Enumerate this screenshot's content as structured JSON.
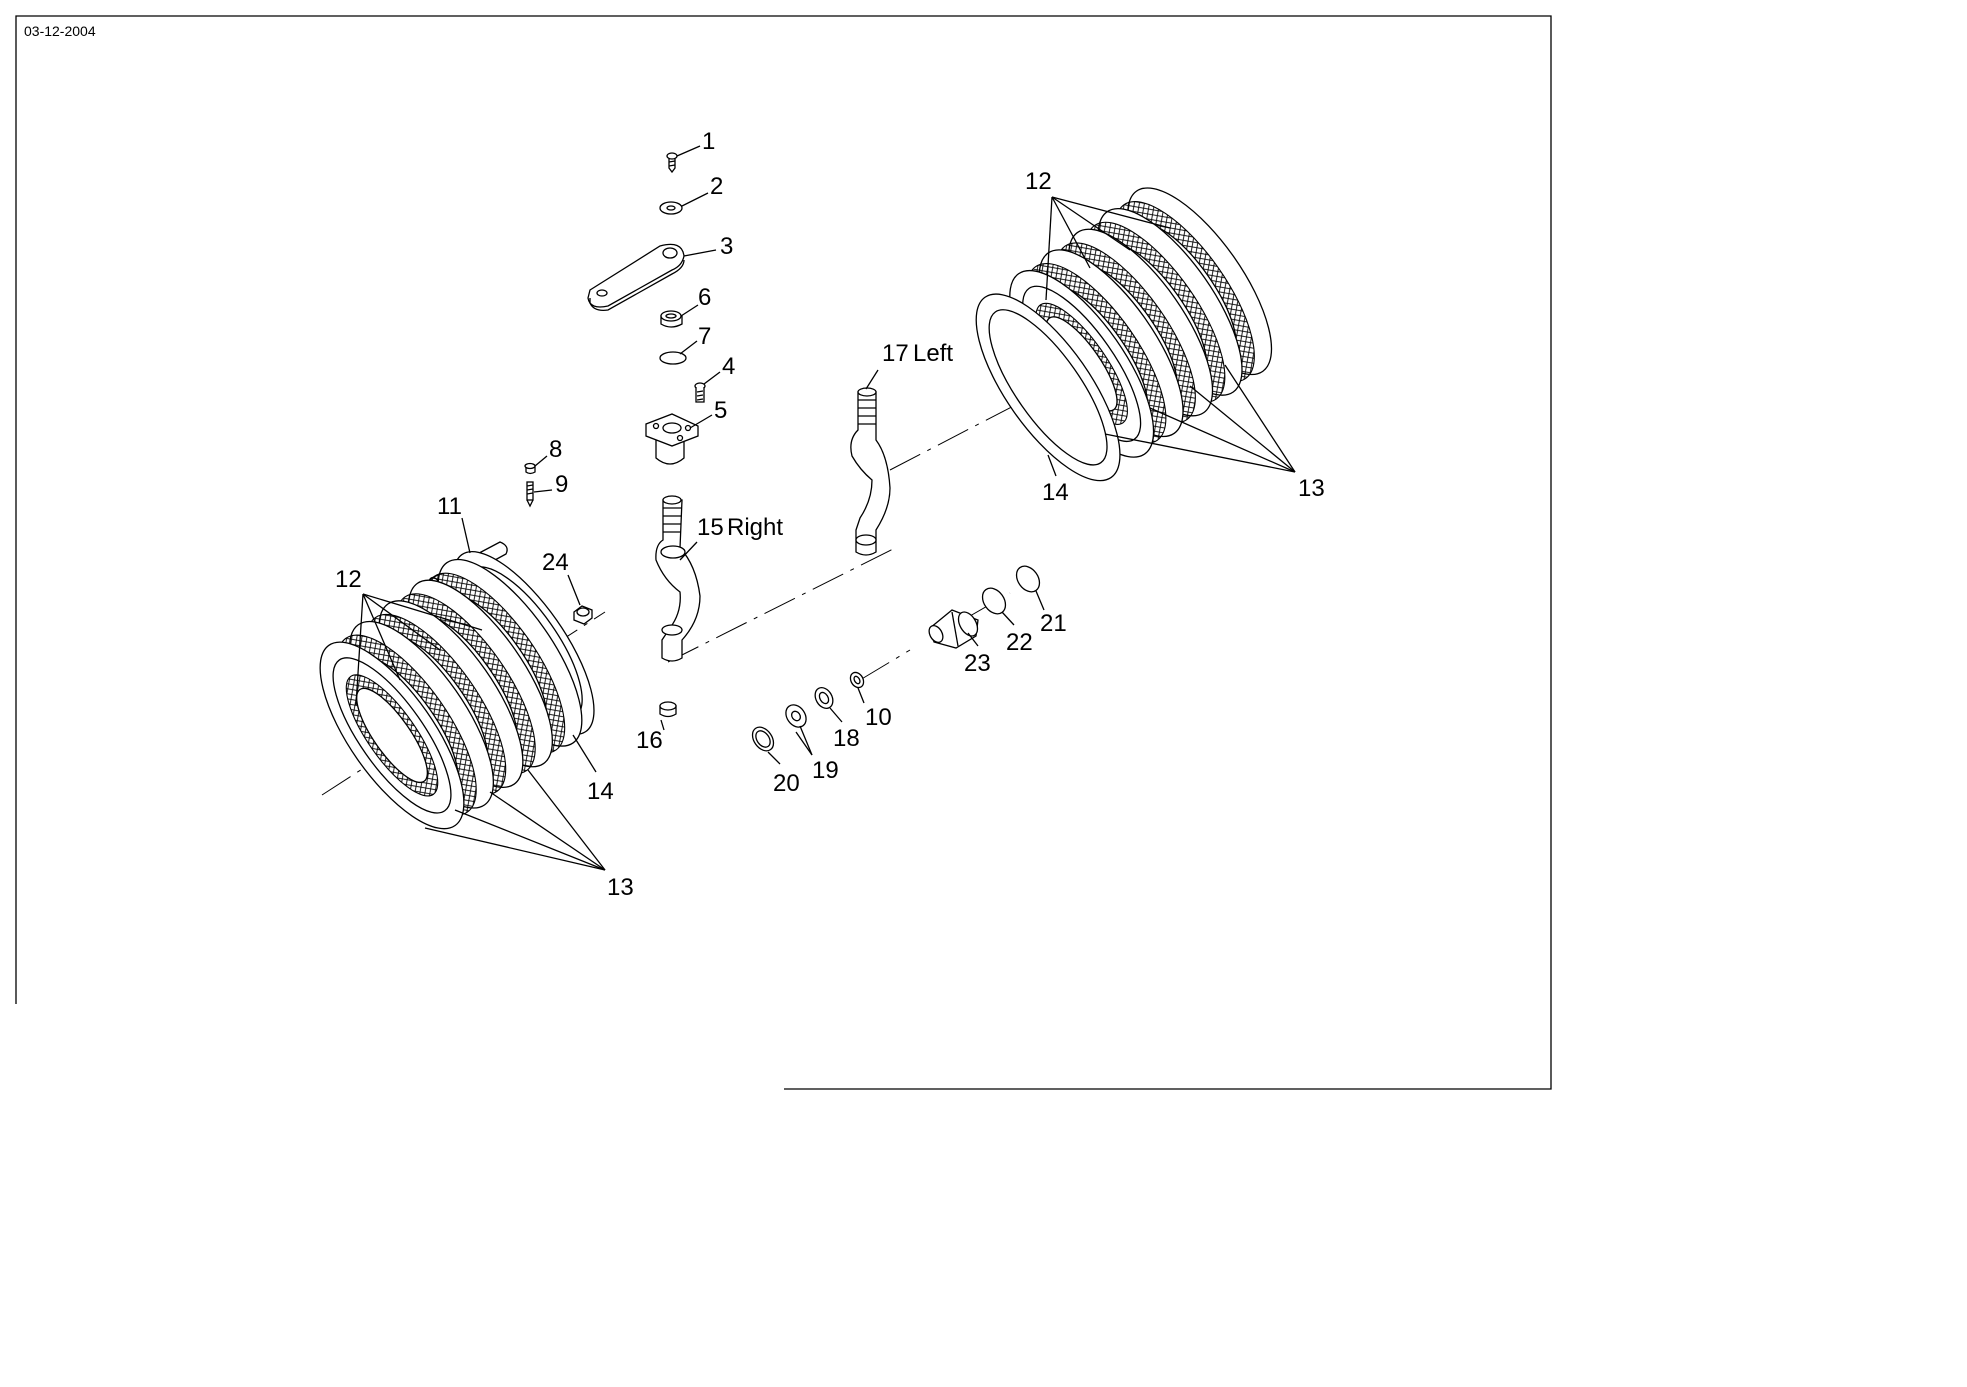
{
  "date": "03-12-2004",
  "callouts": {
    "c1": "1",
    "c2": "2",
    "c3": "3",
    "c4": "4",
    "c5": "5",
    "c6": "6",
    "c7": "7",
    "c8": "8",
    "c9": "9",
    "c10": "10",
    "c11": "11",
    "c12a": "12",
    "c12b": "12",
    "c13a": "13",
    "c13b": "13",
    "c14a": "14",
    "c14b": "14",
    "c15": "15",
    "c15_side": "Right",
    "c16": "16",
    "c17": "17",
    "c17_side": "Left",
    "c18": "18",
    "c19": "19",
    "c20": "20",
    "c21": "21",
    "c22": "22",
    "c23": "23",
    "c24": "24"
  }
}
